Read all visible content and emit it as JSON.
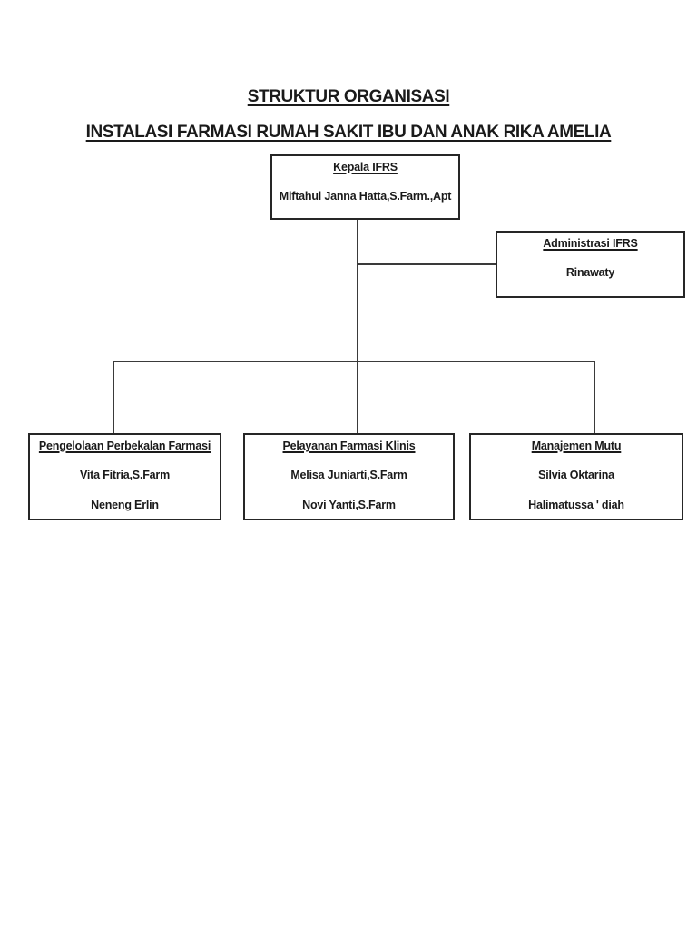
{
  "page": {
    "title_line1": "STRUKTUR ORGANISASI",
    "title_line2": "INSTALASI FARMASI RUMAH SAKIT IBU DAN ANAK RIKA AMELIA"
  },
  "org_chart": {
    "nodes": {
      "kepala": {
        "title": "Kepala IFRS",
        "members": [
          "Miftahul Janna Hatta,S.Farm.,Apt"
        ]
      },
      "administrasi": {
        "title": "Administrasi IFRS",
        "members": [
          "Rinawaty"
        ]
      },
      "pengelolaan": {
        "title": "Pengelolaan Perbekalan Farmasi",
        "members": [
          "Vita Fitria,S.Farm",
          "Neneng Erlin"
        ]
      },
      "pelayanan": {
        "title": "Pelayanan Farmasi Klinis",
        "members": [
          "Melisa Juniarti,S.Farm",
          "Novi Yanti,S.Farm"
        ]
      },
      "manajemen": {
        "title": "Manajemen Mutu",
        "members": [
          "Silvia Oktarina",
          "Halimatussa ' diah"
        ]
      }
    },
    "colors": {
      "background": "#ffffff",
      "box_border": "#262626",
      "connector_line": "#3a3a3a",
      "text": "#1a1a1a"
    }
  }
}
